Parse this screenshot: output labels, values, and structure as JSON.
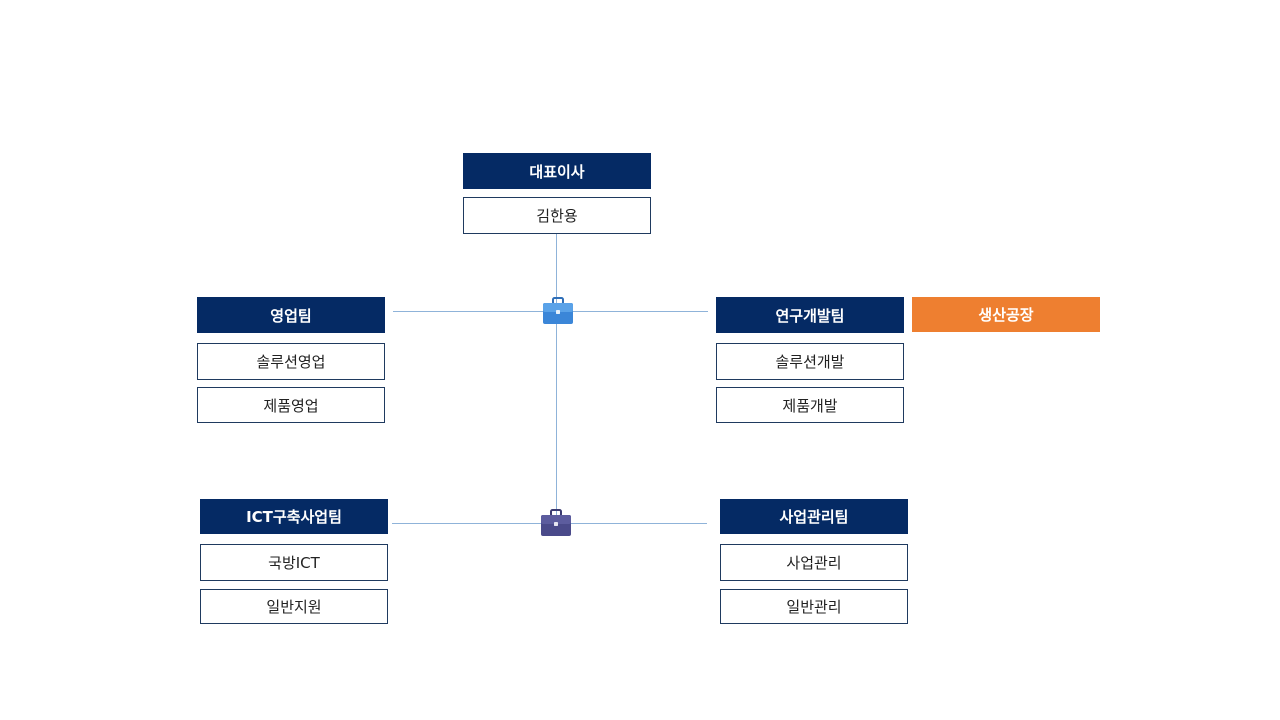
{
  "colors": {
    "header_navy": "#052a64",
    "header_orange": "#ee7f30",
    "connector": "#8fb3d9",
    "icon_blue": "#3b86d8",
    "icon_purple": "#4a4a8a"
  },
  "icons": {
    "hub_top": "briefcase-icon",
    "hub_bottom": "briefcase-icon"
  },
  "ceo": {
    "title": "대표이사",
    "name": "김한용"
  },
  "sales": {
    "title": "영업팀",
    "units": [
      "솔루션영업",
      "제품영업"
    ]
  },
  "rnd": {
    "title": "연구개발팀",
    "units": [
      "솔루션개발",
      "제품개발"
    ]
  },
  "factory": {
    "title": "생산공장"
  },
  "ict": {
    "title": "ICT구축사업팀",
    "units": [
      "국방ICT",
      "일반지원"
    ]
  },
  "mgmt": {
    "title": "사업관리팀",
    "units": [
      "사업관리",
      "일반관리"
    ]
  }
}
